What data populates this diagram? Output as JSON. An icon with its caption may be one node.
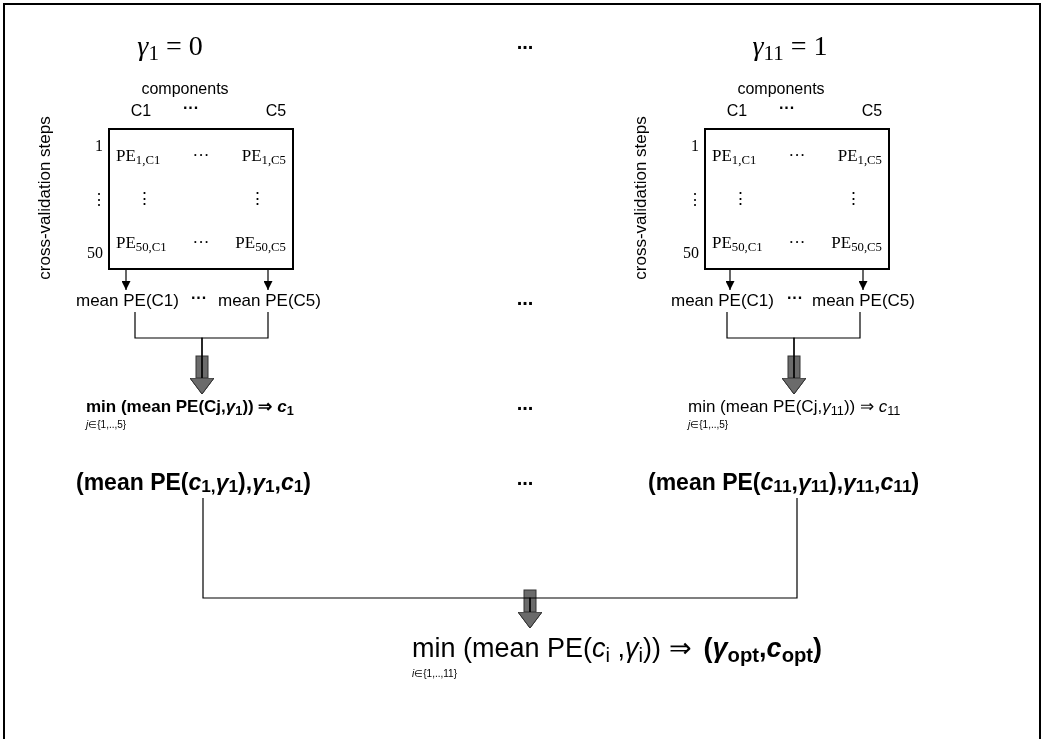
{
  "diagram": {
    "nodes": [
      {
        "text": [
          "PE$_{1,C1}$",
          "···",
          "PE$_{1,C5}$",
          "⋮",
          "⋮",
          "PE$_{50,C1}$",
          "···",
          "PE$_{50,C5}$"
        ]
      },
      {
        "text": [
          "mean PE(C1)"
        ]
      },
      {
        "text": [
          "mean PE(C5)"
        ]
      },
      {
        "text": [
          "min (mean PE(Cj,*γ*$_{1}$)) ⇒ *c*$_{1}$",
          "*j*∈{1,..,5}"
        ]
      },
      {
        "text": [
          "(mean PE(*c*$_{1,}$*γ*$_{1}$),*γ*$_{1}$,*c*$_{1}$)"
        ]
      },
      {
        "text": [
          "PE$_{1,C1}$",
          "···",
          "PE$_{1,C5}$",
          "⋮",
          "⋮",
          "PE$_{50,C1}$",
          "···",
          "PE$_{50,C5}$"
        ]
      },
      {
        "text": [
          "mean PE(C1)"
        ]
      },
      {
        "text": [
          "mean PE(C5)"
        ]
      },
      {
        "text": [
          "min (mean PE(Cj,*γ*$_{11}$)) ⇒ *c*$_{11}$",
          "*j*∈{1,..,5}"
        ]
      },
      {
        "text": [
          "(mean PE(*c*$_{11}$,*γ*$_{11}$),*γ*$_{11}$,*c*$_{11}$)"
        ]
      },
      {
        "text": [
          "min (mean PE(*c*$_{i}$ ,*γ*$_{i}$)) ⇒",
          "*i*∈{1,..,11}",
          "(*γ*$_{opt}$,*c*$_{opt}$)"
        ]
      }
    ],
    "edges": [
      {
        "from": 0,
        "to": 1,
        "arrow": "to"
      },
      {
        "from": 0,
        "to": 2,
        "arrow": "to"
      },
      {
        "from": 1,
        "to": 3,
        "arrow": "to"
      },
      {
        "from": 2,
        "to": 3,
        "arrow": "to"
      },
      {
        "from": 5,
        "to": 6,
        "arrow": "to"
      },
      {
        "from": 5,
        "to": 7,
        "arrow": "to"
      },
      {
        "from": 6,
        "to": 8,
        "arrow": "to"
      },
      {
        "from": 7,
        "to": 8,
        "arrow": "to"
      },
      {
        "from": 4,
        "to": 10,
        "arrow": "to"
      },
      {
        "from": 9,
        "to": 10,
        "arrow": "to"
      }
    ],
    "labels": [
      "*γ*$_{1}$ = 0",
      "...",
      "*γ*$_{11}$ = 1",
      "components",
      "C1",
      "···",
      "C5",
      "components",
      "C1",
      "···",
      "C5",
      "cross-validation steps",
      "1",
      "⋮",
      "50",
      "cross-validation steps",
      "1",
      "⋮",
      "50",
      "···",
      "...",
      "···",
      "...",
      "..."
    ]
  }
}
